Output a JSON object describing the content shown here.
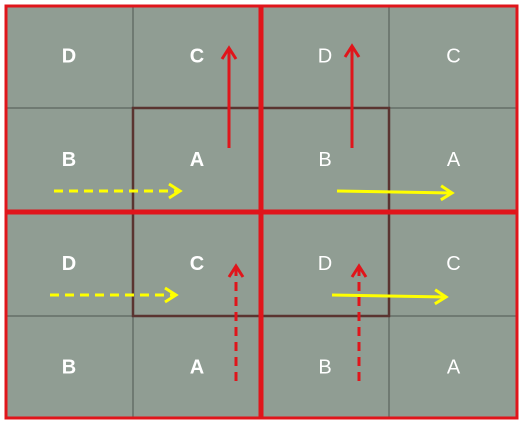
{
  "colors": {
    "cell_fill": "#909d93",
    "grid_line": "#6f7a72",
    "outer_frame": "#e0151b",
    "quadrant_frame": "#e0151b",
    "center_frame": "#5a3430",
    "label": "#ffffff",
    "red_arrow": "#e0151b",
    "yellow_arrow": "#ffff00"
  },
  "grid": {
    "rows": [
      [
        {
          "text": "D",
          "bold": true
        },
        {
          "text": "C",
          "bold": true
        },
        {
          "text": "D",
          "bold": false
        },
        {
          "text": "C",
          "bold": false
        }
      ],
      [
        {
          "text": "B",
          "bold": true
        },
        {
          "text": "A",
          "bold": true
        },
        {
          "text": "B",
          "bold": false
        },
        {
          "text": "A",
          "bold": false
        }
      ],
      [
        {
          "text": "D",
          "bold": true
        },
        {
          "text": "C",
          "bold": true
        },
        {
          "text": "D",
          "bold": false
        },
        {
          "text": "C",
          "bold": false
        }
      ],
      [
        {
          "text": "B",
          "bold": true
        },
        {
          "text": "A",
          "bold": true
        },
        {
          "text": "B",
          "bold": false
        },
        {
          "text": "A",
          "bold": false
        }
      ]
    ]
  },
  "arrows": [
    {
      "name": "red-solid-arrow-up-left",
      "color": "red",
      "style": "solid",
      "direction": "up"
    },
    {
      "name": "red-solid-arrow-up-right",
      "color": "red",
      "style": "solid",
      "direction": "up"
    },
    {
      "name": "yellow-dashed-arrow-top",
      "color": "yellow",
      "style": "dashed",
      "direction": "right"
    },
    {
      "name": "yellow-solid-arrow-top",
      "color": "yellow",
      "style": "solid",
      "direction": "right"
    },
    {
      "name": "yellow-dashed-arrow-bottom",
      "color": "yellow",
      "style": "dashed",
      "direction": "right"
    },
    {
      "name": "yellow-solid-arrow-bottom",
      "color": "yellow",
      "style": "solid",
      "direction": "right"
    },
    {
      "name": "red-dashed-arrow-up-left",
      "color": "red",
      "style": "dashed",
      "direction": "up"
    },
    {
      "name": "red-dashed-arrow-up-right",
      "color": "red",
      "style": "dashed",
      "direction": "up"
    }
  ]
}
